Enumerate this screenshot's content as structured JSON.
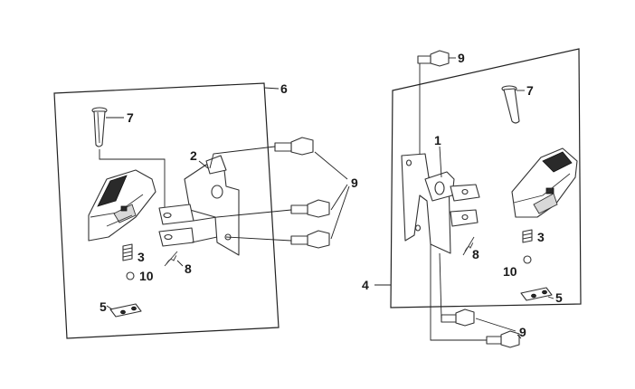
{
  "left_group": {
    "frame_callout": "6",
    "callouts": {
      "hinge_pin": "7",
      "bracket": "2",
      "bolts": "9",
      "spring": "3",
      "torsion_spring": "8",
      "ball": "10",
      "plate": "5"
    }
  },
  "right_group": {
    "frame_callout": "4",
    "callouts": {
      "top_bolt": "9",
      "bracket": "1",
      "hinge_pin": "7",
      "spring": "3",
      "torsion_spring": "8",
      "ball": "10",
      "plate": "5",
      "bottom_bolts": "9"
    }
  }
}
